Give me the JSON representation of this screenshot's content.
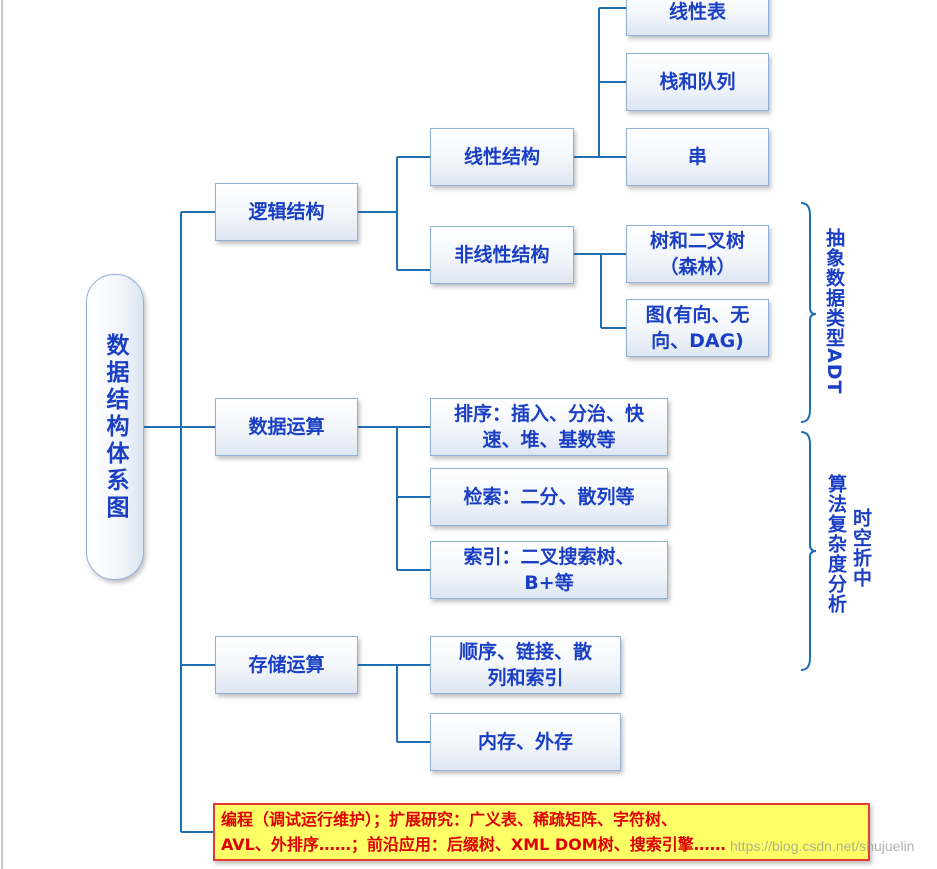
{
  "root": {
    "label": "数据结构体系图"
  },
  "level1": {
    "logic": "逻辑结构",
    "data_ops": "数据运算",
    "storage_ops": "存储运算"
  },
  "level2": {
    "linear": "线性结构",
    "nonlinear": "非线性结构"
  },
  "leaves": {
    "linear_list": "线性表",
    "stack_queue": "栈和队列",
    "string": "串",
    "tree": {
      "line1": "树和二叉树",
      "line2": "（森林）"
    },
    "graph": {
      "line1": "图(有向、无",
      "line2": "向、DAG)"
    },
    "sort": {
      "line1": "排序：插入、分治、快",
      "line2": "速、堆、基数等"
    },
    "search": "检索：二分、散列等",
    "index": {
      "line1": "索引：二叉搜索树、",
      "line2": "B+等"
    },
    "sequential": {
      "line1": "顺序、链接、散",
      "line2": "列和索引"
    },
    "memory": "内存、外存"
  },
  "side_labels": {
    "adt": "抽象数据类型ADT",
    "complexity_col1": "算法复杂度分析",
    "complexity_col2": "时空折中"
  },
  "bottom": {
    "line1": "编程（调试运行维护）；扩展研究：广义表、稀疏矩阵、字符树、",
    "line2": "AVL、外排序……；前沿应用：后缀树、XML DOM树、搜索引擎……"
  },
  "watermark": "https://blog.csdn.net/shujuelin",
  "colors": {
    "line": "#1f6fb2",
    "text": "#1a3fc4",
    "bottom_bg": "#ffff66",
    "bottom_text": "#e10000"
  }
}
